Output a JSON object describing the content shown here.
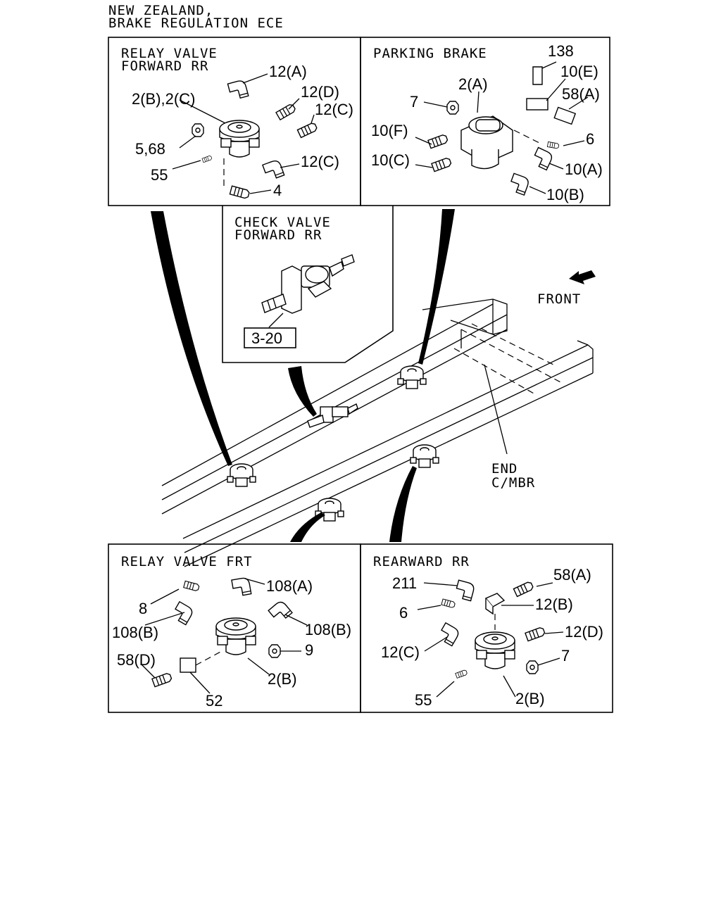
{
  "header": {
    "line1": "NEW ZEALAND,",
    "line2": "BRAKE REGULATION ECE"
  },
  "panels": {
    "relay_fwd": {
      "title1": "RELAY VALVE",
      "title2": "FORWARD RR",
      "labels": [
        "12(A)",
        "2(B),2(C)",
        "12(D)",
        "12(C)",
        "5,68",
        "55",
        "12(C)",
        "4"
      ]
    },
    "parking": {
      "title": "PARKING BRAKE",
      "labels": [
        "138",
        "2(A)",
        "10(E)",
        "58(A)",
        "7",
        "10(F)",
        "6",
        "10(C)",
        "10(A)",
        "10(B)"
      ]
    },
    "check": {
      "title1": "CHECK VALVE",
      "title2": "FORWARD RR",
      "ref": "3-20"
    },
    "relay_frt": {
      "title": "RELAY VALVE FRT",
      "labels": [
        "108(A)",
        "8",
        "108(B)",
        "108(B)",
        "9",
        "58(D)",
        "2(B)",
        "52"
      ]
    },
    "rearward": {
      "title": "REARWARD RR",
      "labels": [
        "58(A)",
        "211",
        "12(B)",
        "6",
        "12(D)",
        "12(C)",
        "7",
        "55",
        "2(B)"
      ]
    }
  },
  "main": {
    "front": "FRONT",
    "end1": "END",
    "end2": "C/MBR"
  }
}
